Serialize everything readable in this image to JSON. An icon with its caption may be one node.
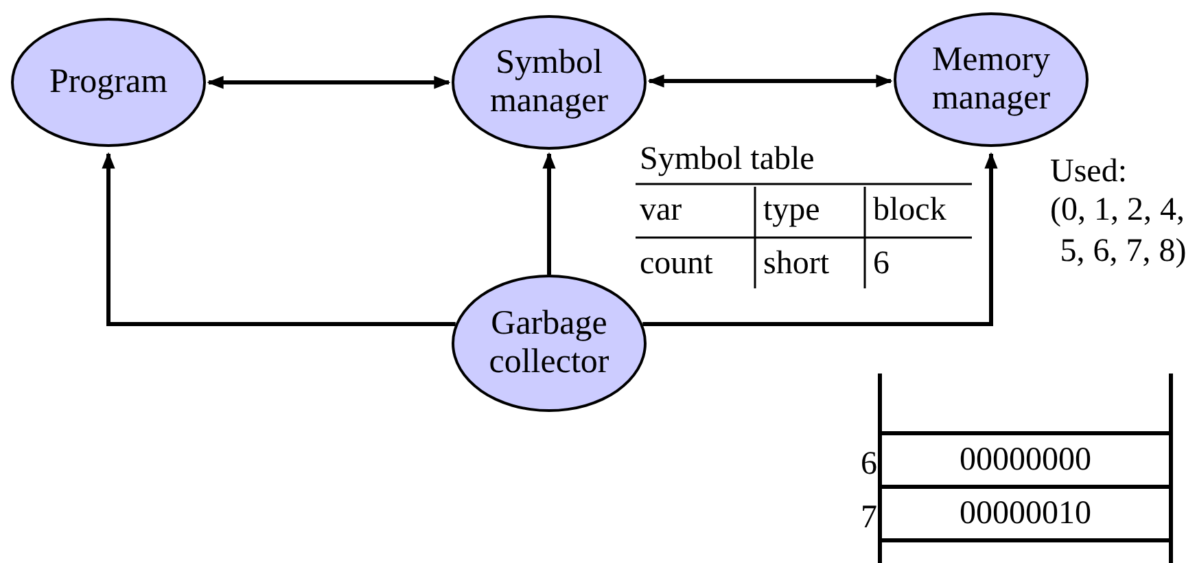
{
  "diagram": {
    "nodes": [
      {
        "text": [
          "Program"
        ]
      },
      {
        "text": [
          "Symbol manager"
        ]
      },
      {
        "text": [
          "Memory manager"
        ]
      },
      {
        "text": [
          "Garbage collector"
        ]
      },
      {
        "text": [
          "00000000"
        ],
        "beside": [
          "6"
        ]
      },
      {
        "text": [
          "00000010"
        ],
        "beside": [
          "7"
        ]
      }
    ],
    "edges": [
      {
        "from": 0,
        "to": 1,
        "arrow": "both"
      },
      {
        "from": 1,
        "to": 2,
        "arrow": "both"
      },
      {
        "from": 3,
        "to": 1,
        "arrow": "to"
      },
      {
        "from": 3,
        "to": 0,
        "arrow": "to"
      },
      {
        "from": 3,
        "to": 2,
        "arrow": "to"
      }
    ],
    "labels": [
      "Symbol table",
      "var",
      "type",
      "block",
      "count",
      "short",
      "6",
      "Used:",
      "(0, 1, 2, 4, 5, 6, 7, 8)"
    ]
  }
}
